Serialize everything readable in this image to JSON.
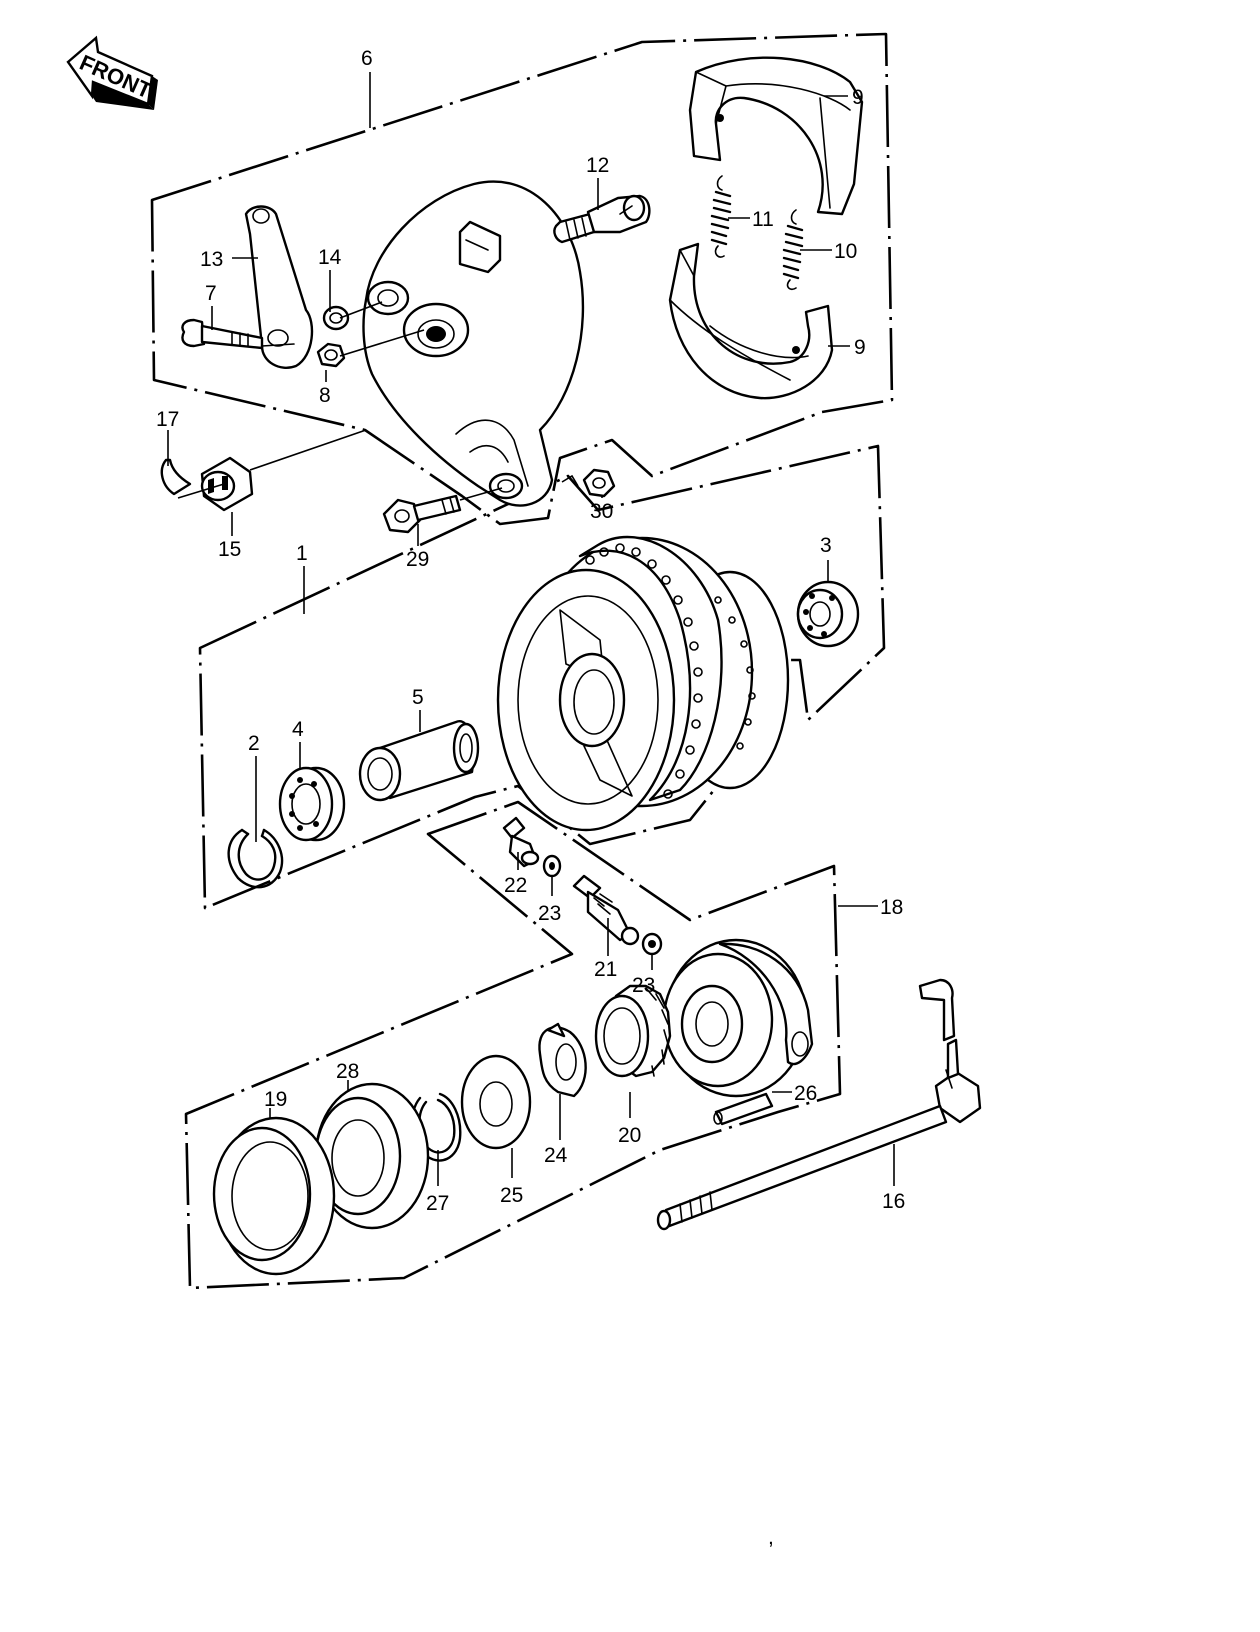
{
  "direction_marker": {
    "label": "FRONT",
    "icon": "front-arrow-icon"
  },
  "callouts": {
    "c1": "1",
    "c2": "2",
    "c3": "3",
    "c4": "4",
    "c5": "5",
    "c6": "6",
    "c7": "7",
    "c8": "8",
    "c9a": "9",
    "c9b": "9",
    "c10": "10",
    "c11": "11",
    "c12": "12",
    "c13": "13",
    "c14": "14",
    "c15": "15",
    "c16": "16",
    "c17": "17",
    "c18": "18",
    "c19": "19",
    "c20": "20",
    "c21": "21",
    "c22": "22",
    "c23a": "23",
    "c23b": "23",
    "c24": "24",
    "c25": "25",
    "c26": "26",
    "c27": "27",
    "c28": "28",
    "c29": "29",
    "c30": "30"
  },
  "stray_mark": ","
}
